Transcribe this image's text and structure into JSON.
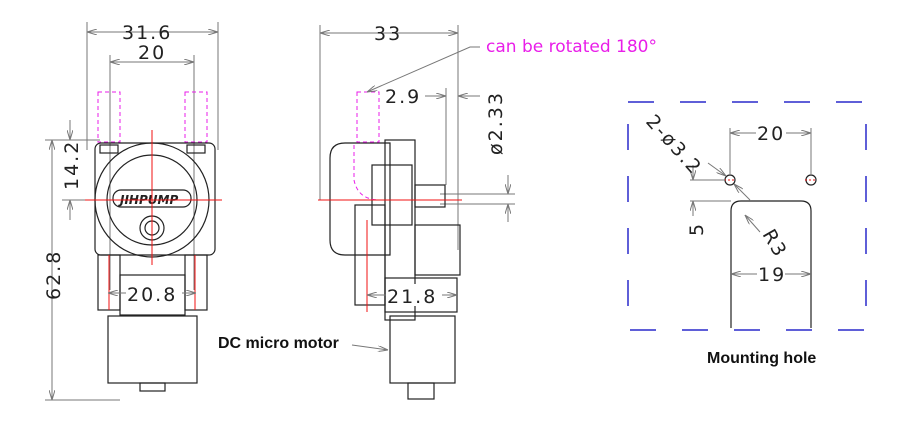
{
  "front_view": {
    "dim_width_overall": "31.6",
    "dim_tube_spacing": "20",
    "dim_height_overall": "62.8",
    "dim_top_to_center": "14.2",
    "dim_bracket_width": "20.8",
    "logo_text": "JIHPUMP"
  },
  "side_view": {
    "dim_depth_overall": "33",
    "dim_shaft_offset": "2.9",
    "dim_shaft_diameter": "ø2.33",
    "dim_bracket_depth": "21.8",
    "rotation_note": "can be rotated 180°",
    "motor_label": "DC micro motor"
  },
  "mounting_hole": {
    "dim_hole_spec": "2-ø3.2",
    "dim_hole_spacing": "20",
    "dim_hole_to_slot": "5",
    "dim_slot_radius": "R3",
    "dim_slot_width": "19",
    "title": "Mounting hole"
  },
  "colors": {
    "annotation": "#e91ee9",
    "centerline": "#f01010",
    "mount_outline": "#2a2acc"
  }
}
